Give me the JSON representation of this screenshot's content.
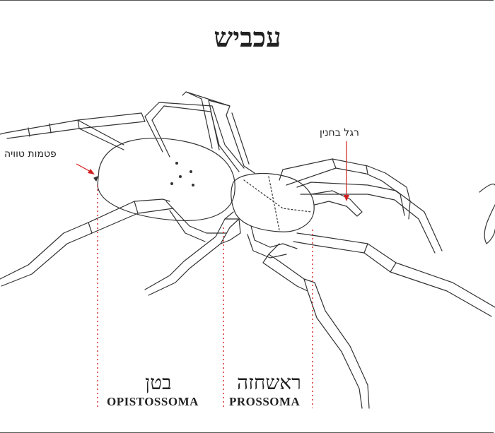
{
  "title": "עכביש",
  "labels": {
    "spinnerets": "פטמות טוויה",
    "pedipalp": "רגל בחנין"
  },
  "regions": {
    "abdomen_hebrew": "בטן",
    "abdomen_latin": "OPISTOSSOMA",
    "cephalothorax_hebrew": "ראשחזה",
    "cephalothorax_latin": "PROSSOMA"
  },
  "colors": {
    "line": "#333333",
    "pointer": "#d21f1f"
  }
}
